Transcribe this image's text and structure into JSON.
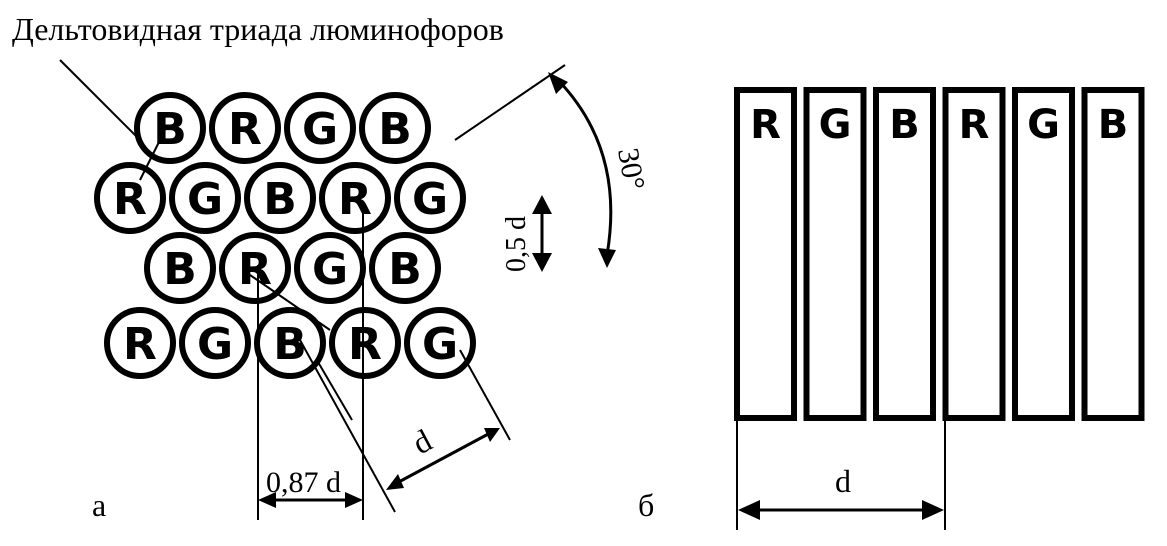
{
  "title": "Дельтовидная триада люминофоров",
  "delta_rows": [
    [
      "B",
      "R",
      "G",
      "B"
    ],
    [
      "R",
      "G",
      "B",
      "R",
      "G"
    ],
    [
      "B",
      "R",
      "G",
      "B"
    ],
    [
      "R",
      "G",
      "B",
      "R",
      "G"
    ]
  ],
  "stripes": [
    "R",
    "G",
    "B",
    "R",
    "G",
    "B"
  ],
  "labels": {
    "angle": "30°",
    "half_pitch": "0,5 d",
    "horizontal_pitch": "0,87 d",
    "pitch_diag": "d",
    "pitch_stripe": "d",
    "panel_a": "а",
    "panel_b": "б"
  }
}
